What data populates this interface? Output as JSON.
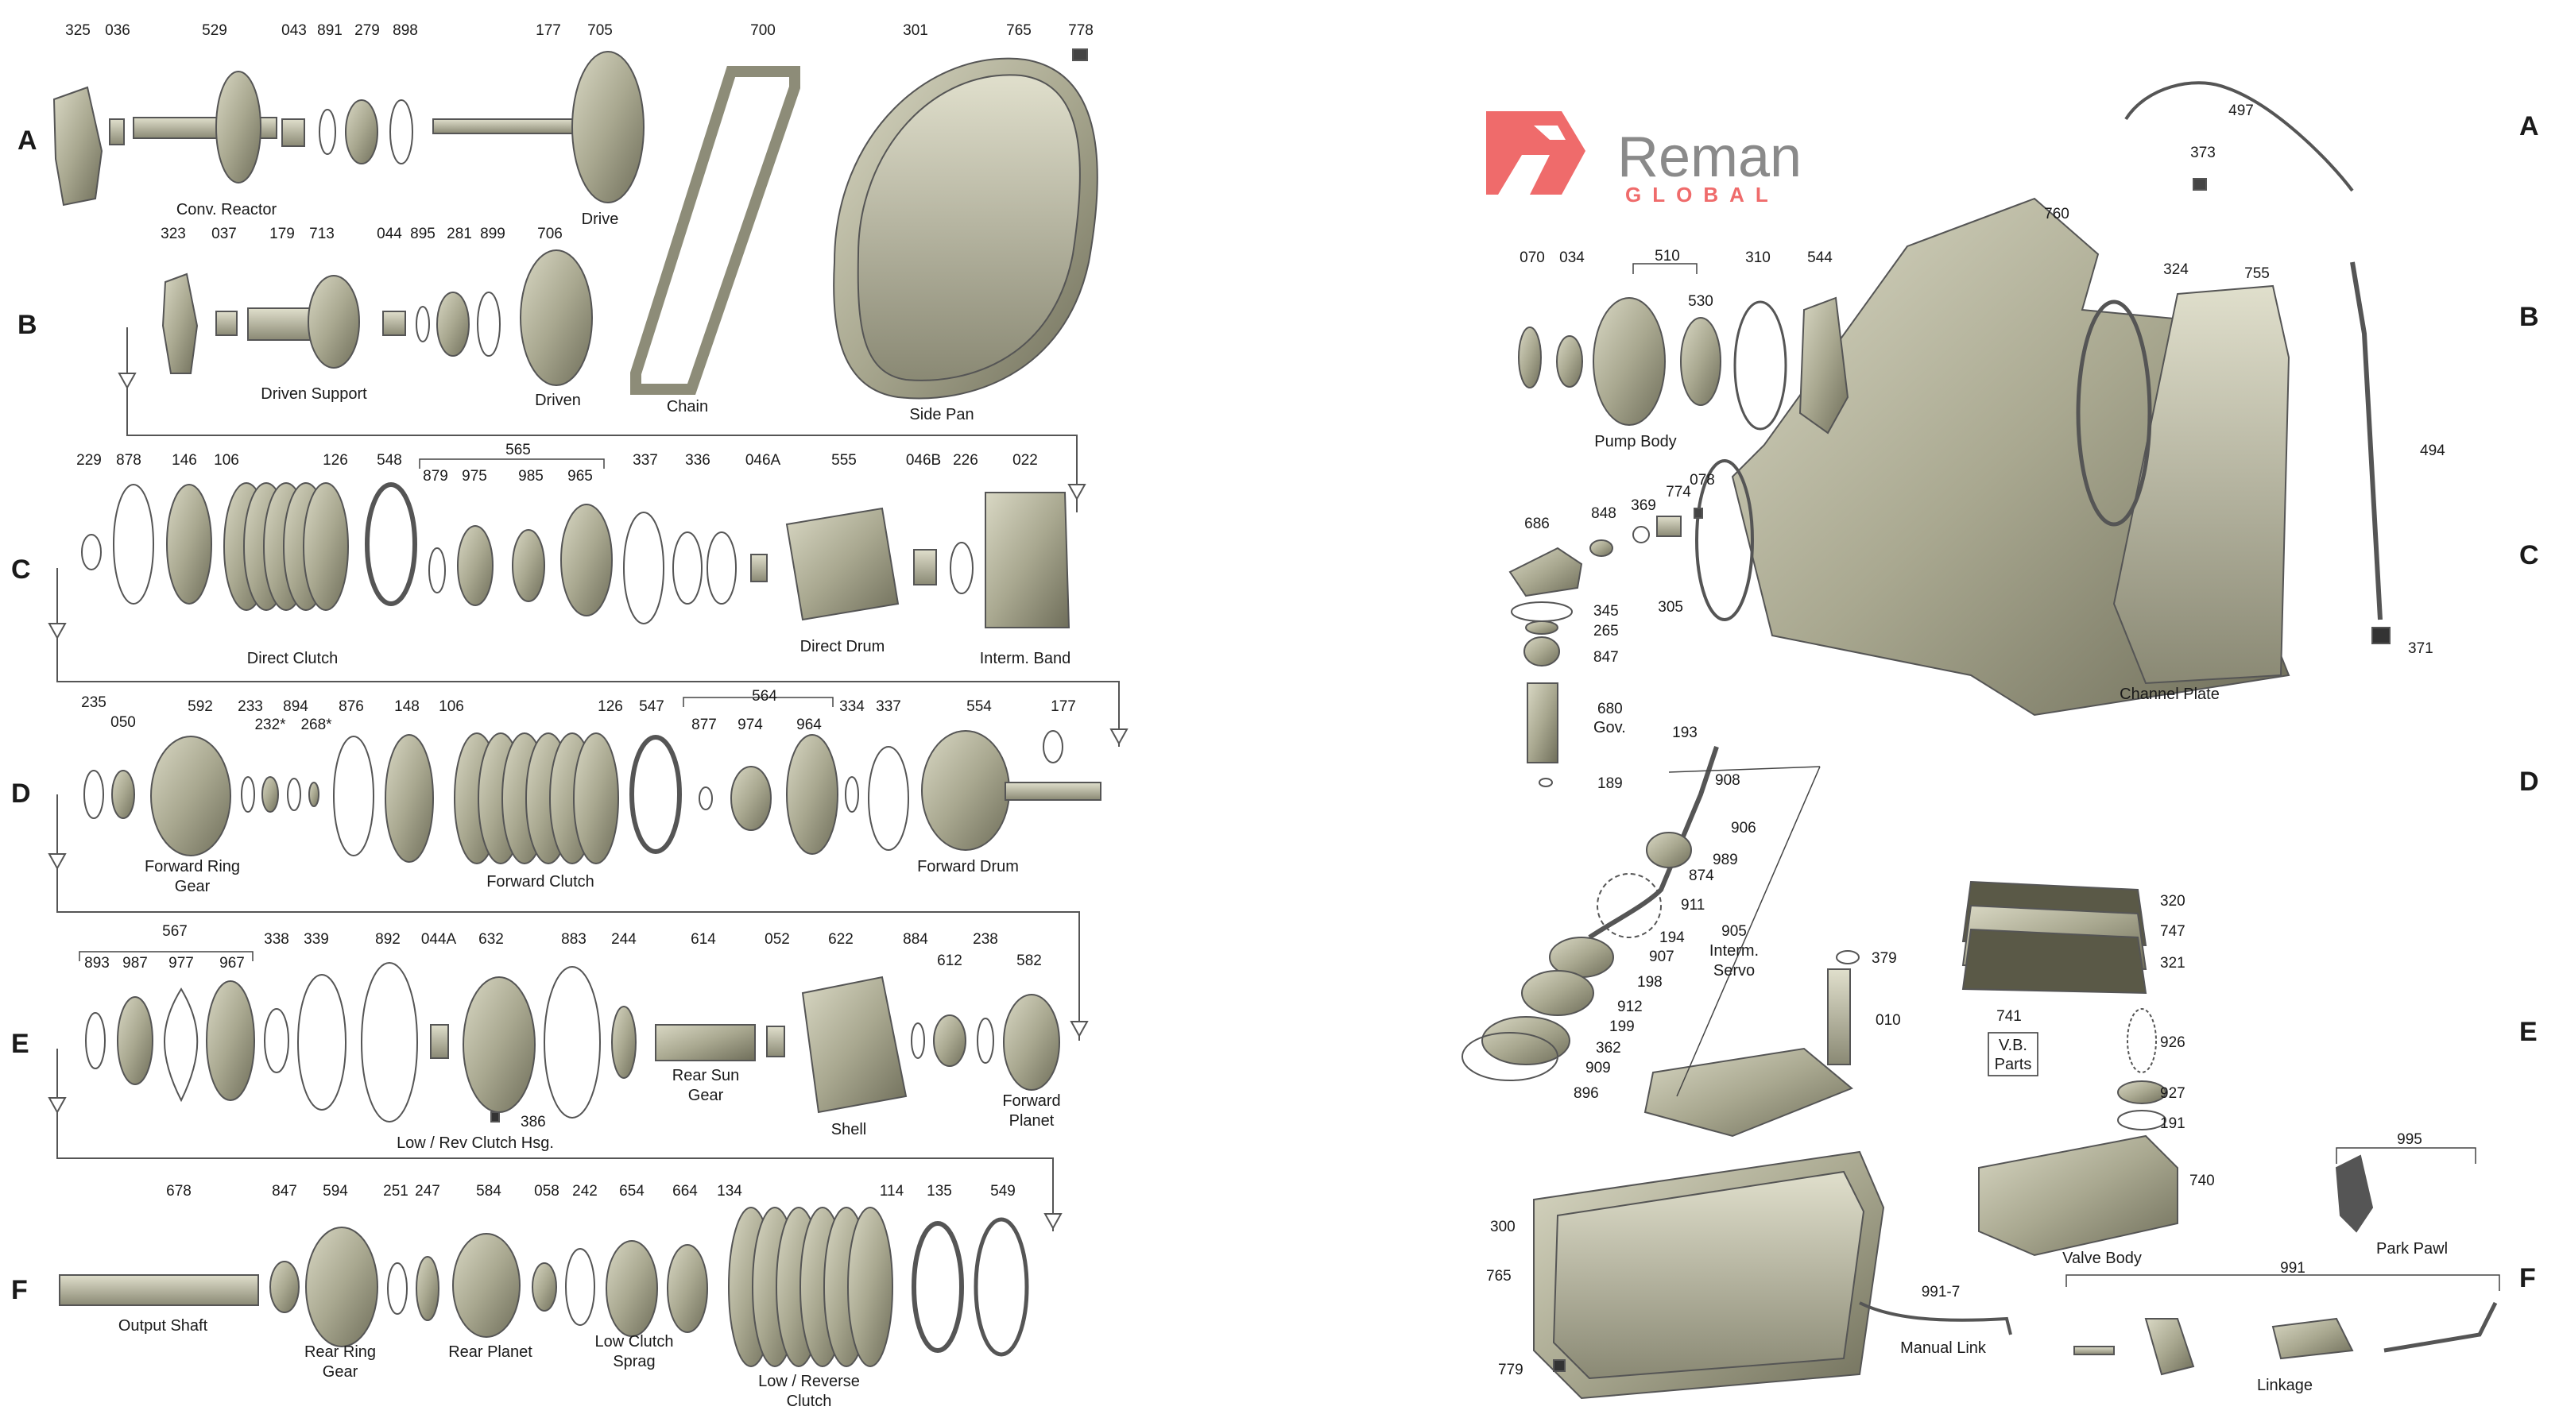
{
  "brand": {
    "name": "Reman",
    "tagline": "GLOBAL",
    "accent_color": "#ef6b6b",
    "text_color": "#8a8a8a"
  },
  "row_letters_left": [
    "A",
    "B",
    "C",
    "D",
    "E",
    "F"
  ],
  "row_letters_right": [
    "A",
    "B",
    "C",
    "D",
    "E",
    "F"
  ],
  "part_numbers": [
    "325",
    "036",
    "529",
    "043",
    "891",
    "279",
    "898",
    "177",
    "705",
    "700",
    "301",
    "765",
    "778",
    "323",
    "037",
    "179",
    "713",
    "044",
    "895",
    "281",
    "899",
    "706",
    "229",
    "878",
    "146",
    "106",
    "126",
    "548",
    "565",
    "879",
    "975",
    "985",
    "965",
    "337",
    "336",
    "046A",
    "555",
    "046B",
    "226",
    "022",
    "235",
    "050",
    "592",
    "233",
    "232*",
    "894",
    "268*",
    "876",
    "148",
    "106",
    "126",
    "547",
    "564",
    "877",
    "974",
    "964",
    "334",
    "337",
    "554",
    "177",
    "567",
    "893",
    "987",
    "977",
    "967",
    "338",
    "339",
    "892",
    "044A",
    "632",
    "883",
    "244",
    "614",
    "052",
    "622",
    "884",
    "612",
    "238",
    "582",
    "386",
    "678",
    "847",
    "594",
    "251",
    "247",
    "584",
    "058",
    "242",
    "654",
    "664",
    "134",
    "114",
    "135",
    "549",
    "497",
    "373",
    "760",
    "070",
    "034",
    "510",
    "530",
    "310",
    "544",
    "324",
    "755",
    "494",
    "686",
    "848",
    "369",
    "774",
    "078",
    "305",
    "345",
    "265",
    "847",
    "680",
    "189",
    "371",
    "193",
    "908",
    "906",
    "989",
    "874",
    "911",
    "194",
    "907",
    "198",
    "912",
    "199",
    "362",
    "909",
    "896",
    "905",
    "379",
    "010",
    "320",
    "747",
    "321",
    "741",
    "926",
    "927",
    "191",
    "740",
    "995",
    "300",
    "765",
    "779",
    "991-7",
    "991"
  ],
  "captions": {
    "conv_reactor": "Conv. Reactor",
    "drive": "Drive",
    "chain": "Chain",
    "side_pan": "Side Pan",
    "driven_support": "Driven Support",
    "driven": "Driven",
    "direct_clutch": "Direct Clutch",
    "direct_drum": "Direct Drum",
    "interm_band": "Interm. Band",
    "forward_ring_gear_1": "Forward Ring",
    "forward_ring_gear_2": "Gear",
    "forward_clutch": "Forward Clutch",
    "forward_drum": "Forward Drum",
    "low_rev_clutch_hsg": "Low / Rev Clutch Hsg.",
    "rear_sun_gear_1": "Rear Sun",
    "rear_sun_gear_2": "Gear",
    "shell": "Shell",
    "forward_planet_1": "Forward",
    "forward_planet_2": "Planet",
    "output_shaft": "Output Shaft",
    "rear_ring_gear_1": "Rear Ring",
    "rear_ring_gear_2": "Gear",
    "rear_planet": "Rear Planet",
    "low_clutch_sprag_1": "Low Clutch",
    "low_clutch_sprag_2": "Sprag",
    "low_reverse_clutch_1": "Low / Reverse",
    "low_reverse_clutch_2": "Clutch",
    "pump_body": "Pump Body",
    "gov": "Gov.",
    "channel_plate": "Channel Plate",
    "interm_servo_1": "Interm.",
    "interm_servo_2": "Servo",
    "vb_parts_1": "V.B.",
    "vb_parts_2": "Parts",
    "valve_body": "Valve Body",
    "park_pawl": "Park Pawl",
    "manual_link": "Manual Link",
    "linkage": "Linkage"
  }
}
